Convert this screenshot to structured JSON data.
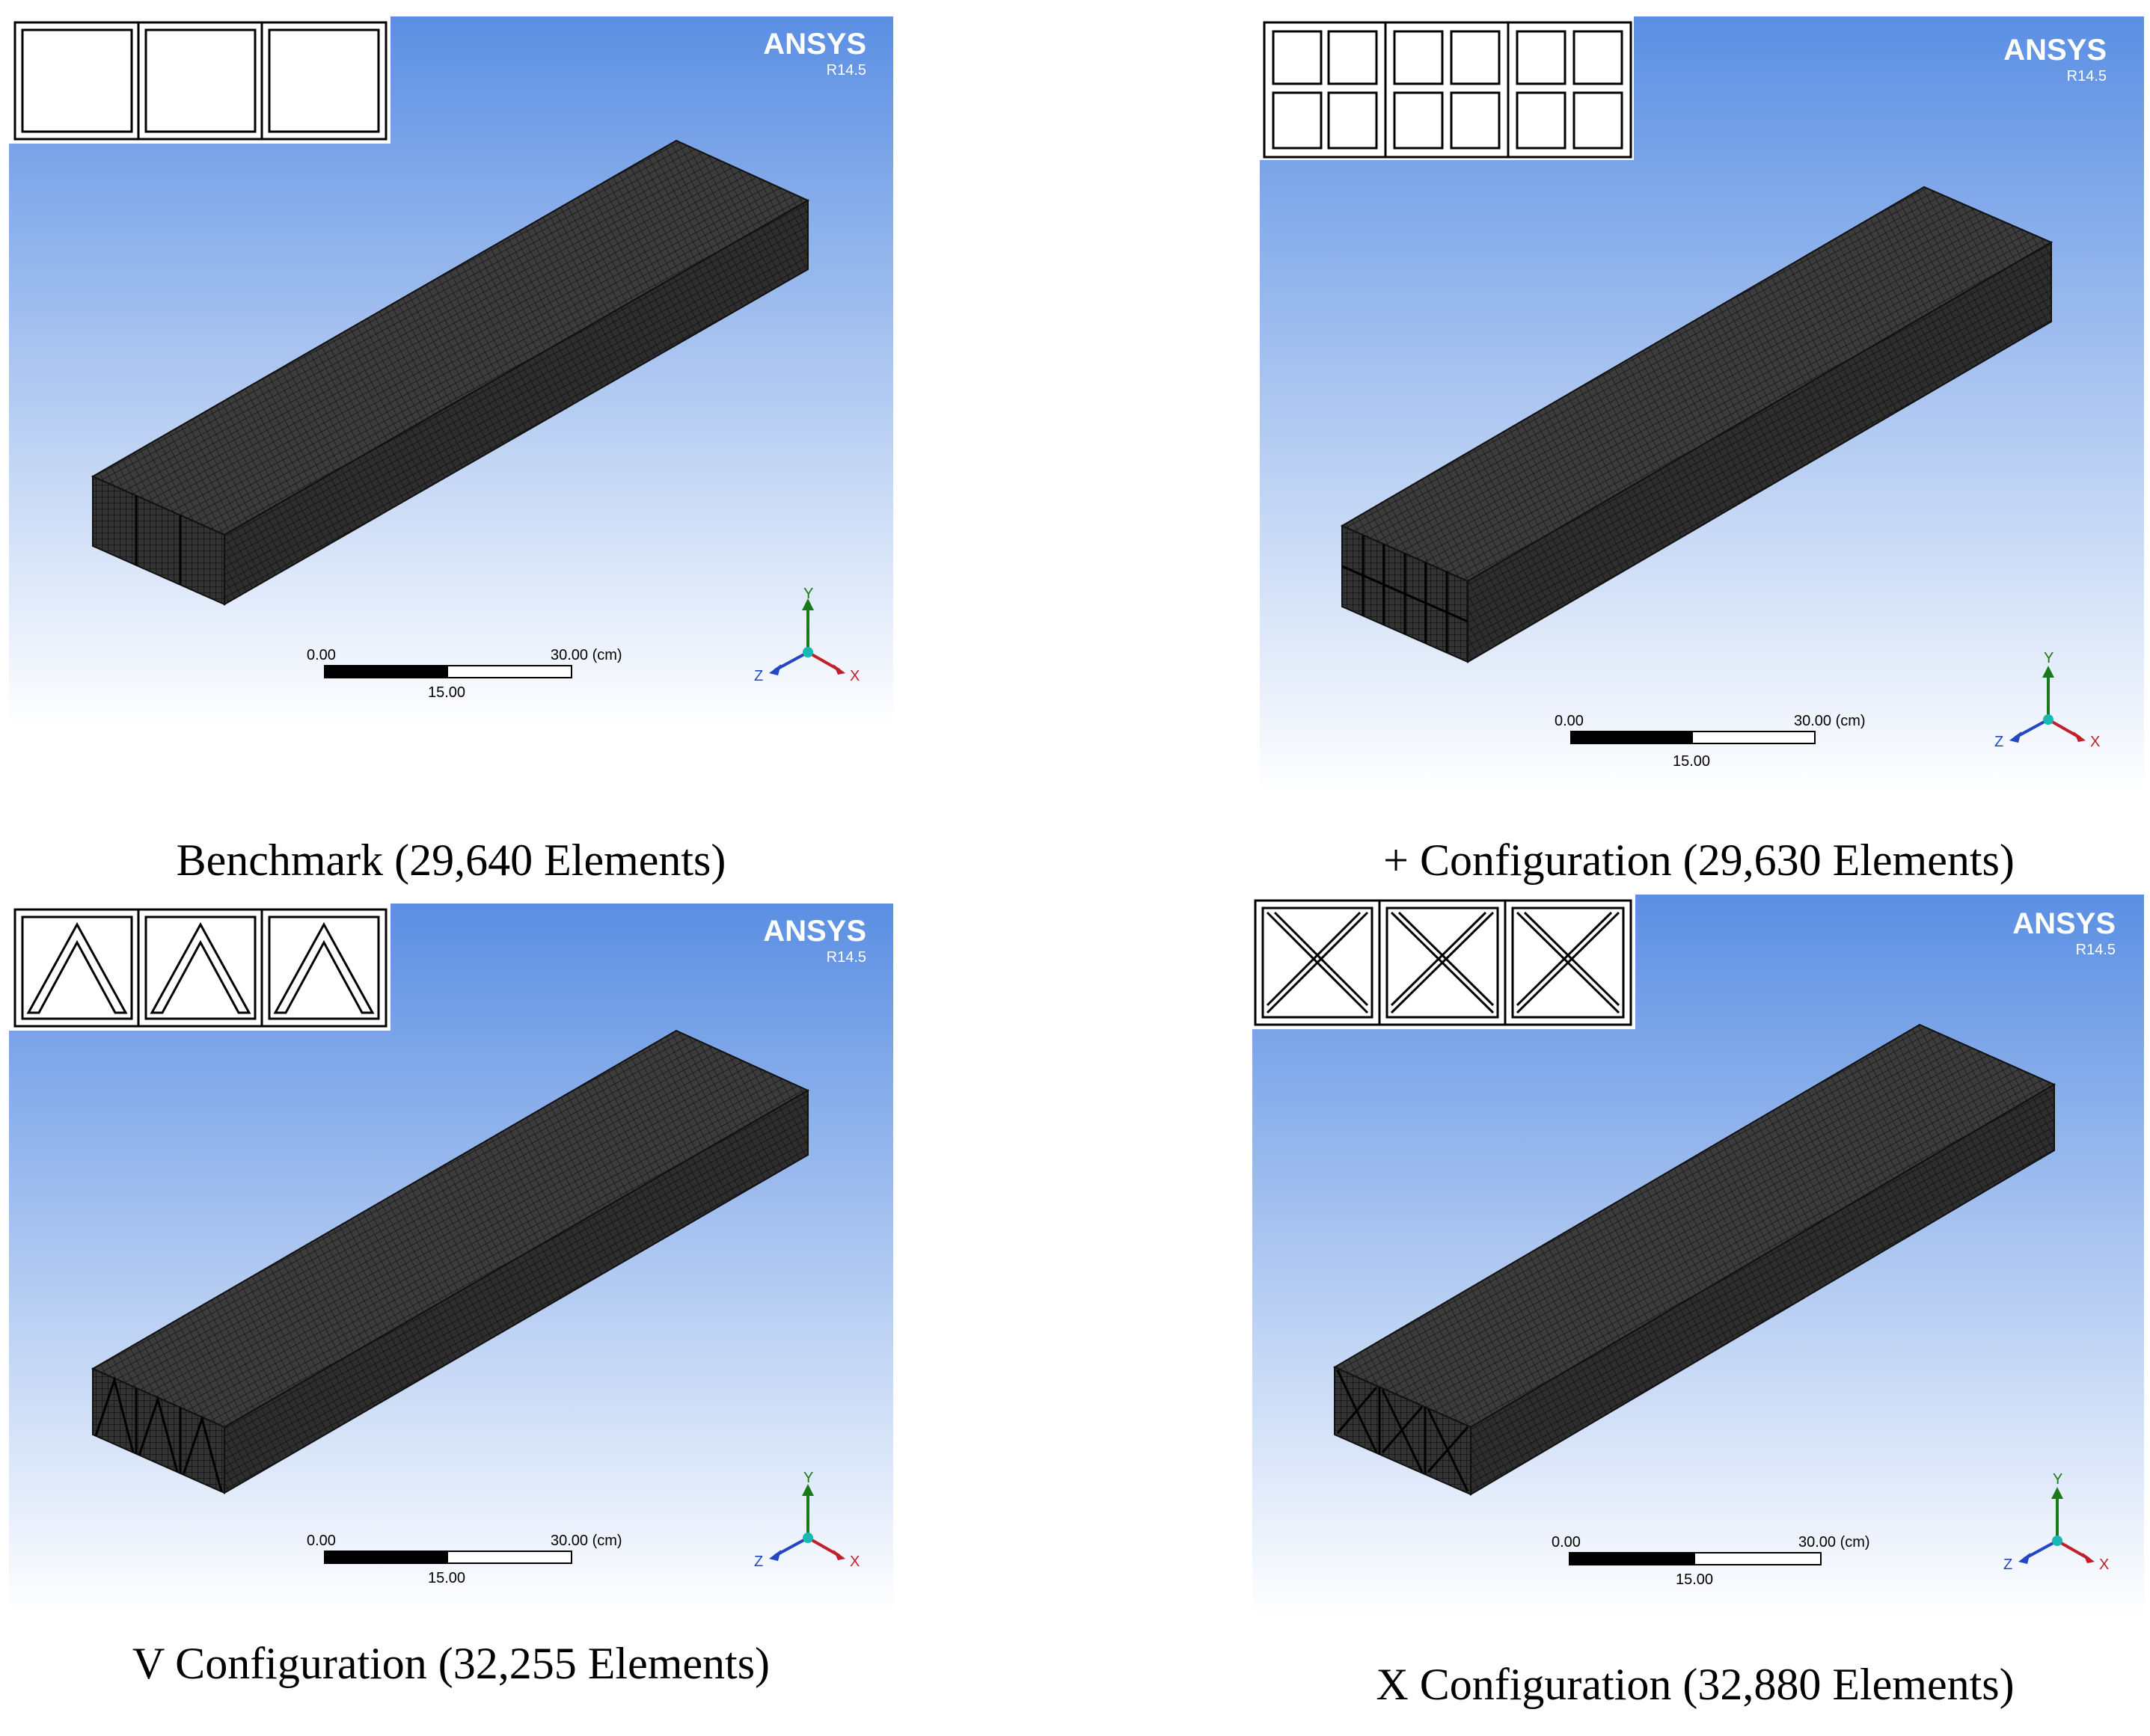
{
  "app": {
    "brand": "ANSYS",
    "version": "R14.5"
  },
  "colors": {
    "viewport_top": "#5b8fe3",
    "viewport_bottom": "#ffffff",
    "mesh_face": "#3a3a3a",
    "mesh_grid": "#151515",
    "axis_x": "#c0202a",
    "axis_y": "#1a7a1a",
    "axis_z": "#2246c4",
    "axis_origin": "#19b8b4"
  },
  "icons": {
    "section_outline": "cross-section-icon",
    "triad": "axis-triad-icon",
    "scale": "scale-bar-icon"
  },
  "panels": [
    {
      "id": "benchmark",
      "caption": "Benchmark (29,640 Elements)",
      "section_pattern": "benchmark",
      "scale": {
        "start": "0.00",
        "mid": "15.00",
        "end": "30.00 (cm)"
      },
      "axes": {
        "x": "X",
        "y": "Y",
        "z": "Z"
      }
    },
    {
      "id": "plus",
      "caption": "+ Configuration (29,630 Elements)",
      "section_pattern": "plus",
      "scale": {
        "start": "0.00",
        "mid": "15.00",
        "end": "30.00 (cm)"
      },
      "axes": {
        "x": "X",
        "y": "Y",
        "z": "Z"
      }
    },
    {
      "id": "v",
      "caption": "V Configuration (32,255 Elements)",
      "section_pattern": "v",
      "scale": {
        "start": "0.00",
        "mid": "15.00",
        "end": "30.00 (cm)"
      },
      "axes": {
        "x": "X",
        "y": "Y",
        "z": "Z"
      }
    },
    {
      "id": "x",
      "caption": "X Configuration (32,880 Elements)",
      "section_pattern": "x",
      "scale": {
        "start": "0.00",
        "mid": "15.00",
        "end": "30.00 (cm)"
      },
      "axes": {
        "x": "X",
        "y": "Y",
        "z": "Z"
      }
    }
  ]
}
